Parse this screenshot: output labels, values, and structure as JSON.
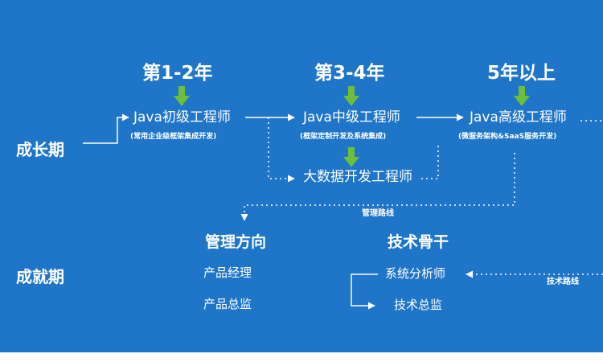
{
  "colors": {
    "background": "#1f75c8",
    "text": "#ffffff",
    "arrow_down": "#6fbe3a",
    "lines": "#ffffff"
  },
  "stages": {
    "growth": "成长期",
    "achievement": "成就期"
  },
  "years": {
    "y1": "第1-2年",
    "y2": "第3-4年",
    "y3": "5年以上"
  },
  "nodes": {
    "junior": {
      "title": "Java初级工程师",
      "desc": "(常用企业级框架集成开发)"
    },
    "middle": {
      "title": "Java中级工程师",
      "desc": "(框架定制开发及系统集成)"
    },
    "senior": {
      "title": "Java高级工程师",
      "desc": "(微服务架构&SaaS服务开发)"
    },
    "bigdata": {
      "title": "大数据开发工程师"
    }
  },
  "routes": {
    "management": "管理路线",
    "technical": "技术路线"
  },
  "management": {
    "heading": "管理方向",
    "items": [
      "产品经理",
      "产品总监"
    ]
  },
  "technical": {
    "heading": "技术骨干",
    "items": [
      "系统分析师",
      "技术总监"
    ]
  },
  "icons": [
    "green-down-arrow-icon",
    "arrow-right-icon",
    "arrow-left-icon"
  ]
}
